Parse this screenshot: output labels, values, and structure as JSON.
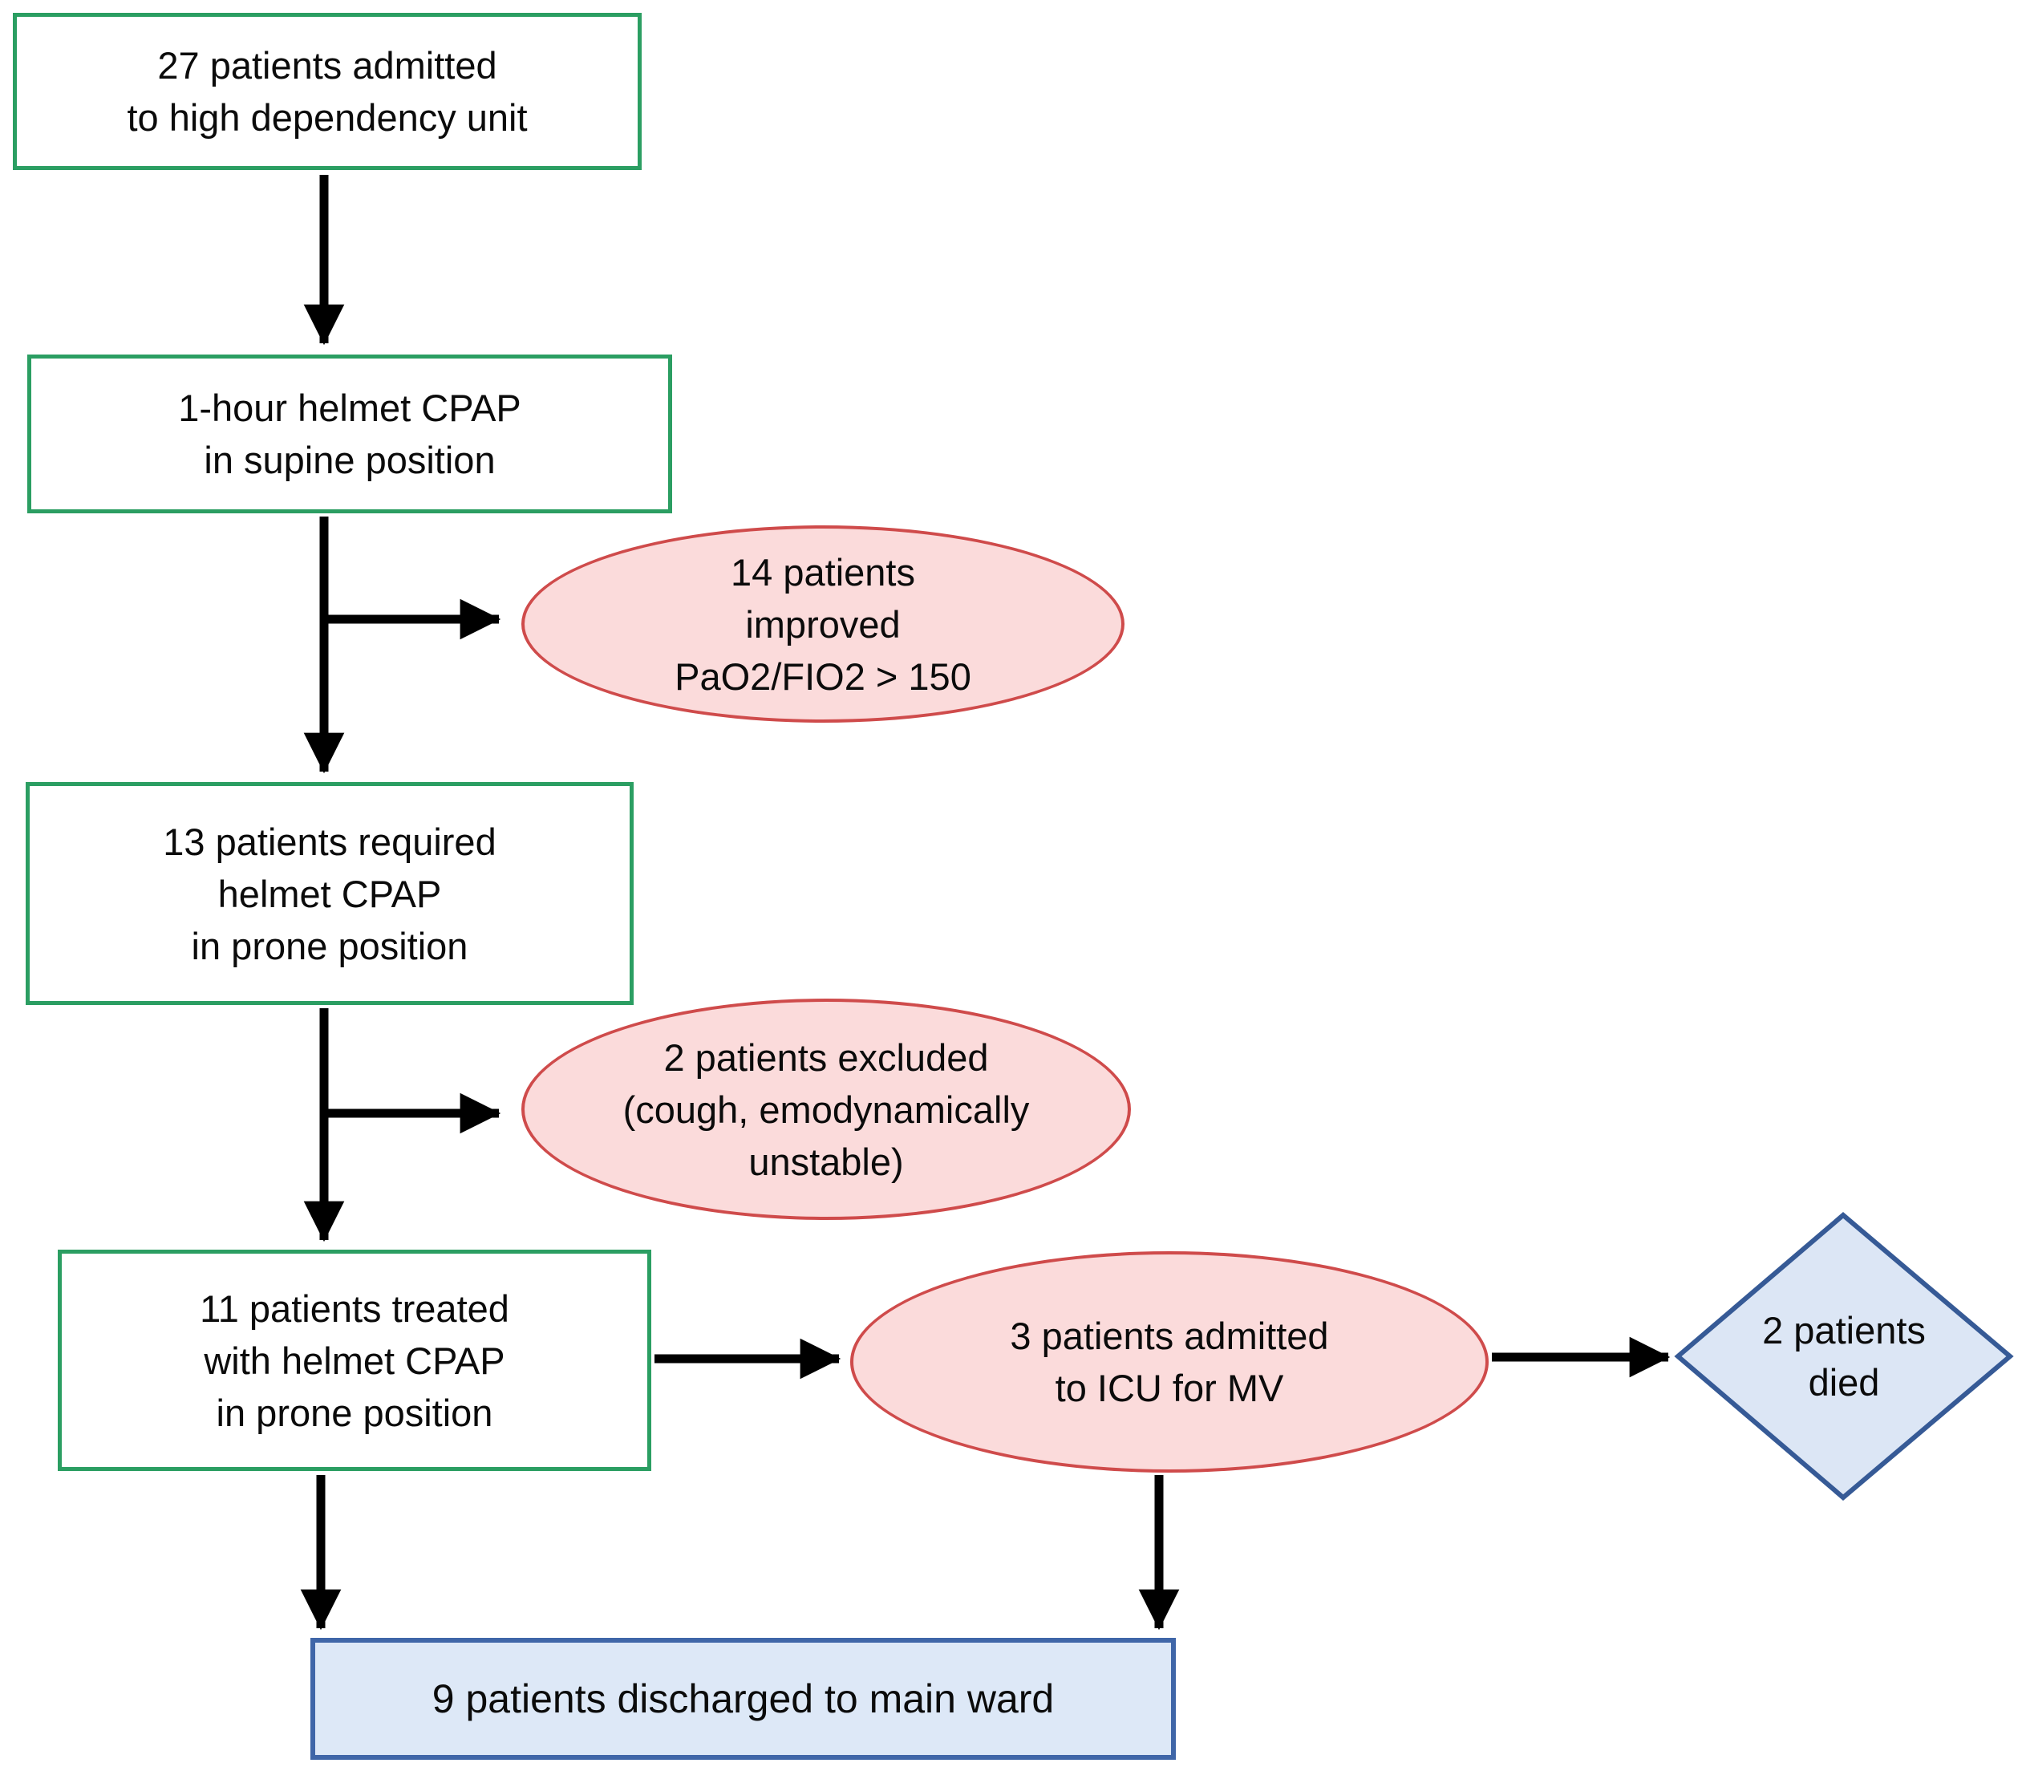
{
  "diagram": {
    "type": "flowchart",
    "nodes": {
      "admitted": {
        "shape": "rectangle",
        "style": "green-outline",
        "lines": [
          "27 patients admitted",
          "to high dependency unit"
        ]
      },
      "cpap_supine": {
        "shape": "rectangle",
        "style": "green-outline",
        "lines": [
          "1-hour helmet CPAP",
          "in supine position"
        ]
      },
      "improved": {
        "shape": "ellipse",
        "style": "pink",
        "lines": [
          "14 patients",
          "improved",
          "PaO2/FIO2 > 150"
        ]
      },
      "required_prone": {
        "shape": "rectangle",
        "style": "green-outline",
        "lines": [
          "13 patients required",
          "helmet CPAP",
          "in prone position"
        ]
      },
      "excluded": {
        "shape": "ellipse",
        "style": "pink",
        "lines": [
          "2 patients excluded",
          "(cough, emodynamically",
          "unstable)"
        ]
      },
      "treated_prone": {
        "shape": "rectangle",
        "style": "green-outline",
        "lines": [
          "11 patients treated",
          "with helmet CPAP",
          "in prone position"
        ]
      },
      "icu_mv": {
        "shape": "ellipse",
        "style": "pink",
        "lines": [
          "3 patients admitted",
          "to ICU for MV"
        ]
      },
      "died": {
        "shape": "diamond",
        "style": "blue",
        "lines": [
          "2 patients",
          "died"
        ]
      },
      "discharged": {
        "shape": "rectangle",
        "style": "blue-filled",
        "lines": [
          "9 patients discharged to main ward"
        ]
      }
    },
    "edges": [
      {
        "from": "admitted",
        "to": "cpap_supine"
      },
      {
        "from": "cpap_supine",
        "to": "improved"
      },
      {
        "from": "cpap_supine",
        "to": "required_prone"
      },
      {
        "from": "required_prone",
        "to": "excluded"
      },
      {
        "from": "required_prone",
        "to": "treated_prone"
      },
      {
        "from": "treated_prone",
        "to": "icu_mv"
      },
      {
        "from": "icu_mv",
        "to": "died"
      },
      {
        "from": "treated_prone",
        "to": "discharged"
      },
      {
        "from": "icu_mv",
        "to": "discharged"
      }
    ],
    "colors": {
      "green_box_border": "#2b9e62",
      "ellipse_fill": "#fbdbdb",
      "ellipse_border": "#cf4b4b",
      "diamond_fill": "#dce6f5",
      "diamond_border": "#365a96",
      "blue_rect_fill": "#dde8f7",
      "blue_rect_border": "#3f66a8",
      "arrow": "#000000",
      "text": "#0b0b0b",
      "background": "#ffffff"
    }
  }
}
